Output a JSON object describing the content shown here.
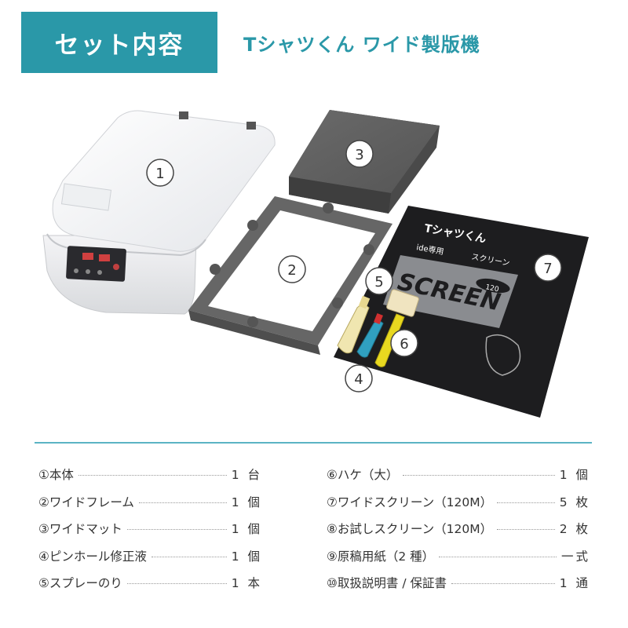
{
  "header": {
    "badge": "セット内容",
    "title": "Tシャツくん ワイド製版機"
  },
  "photo_labels": [
    "1",
    "2",
    "3",
    "4",
    "5",
    "6",
    "7"
  ],
  "screen_bag": {
    "brand": "Tシャツくん",
    "sub": "ide専用",
    "kind": "スクリーン",
    "word": "SCREEN",
    "mesh": "120"
  },
  "items_left": [
    {
      "name": "①本体",
      "qty": "1 台"
    },
    {
      "name": "②ワイドフレーム",
      "qty": "1 個"
    },
    {
      "name": "③ワイドマット",
      "qty": "1 個"
    },
    {
      "name": "④ピンホール修正液",
      "qty": "1 個"
    },
    {
      "name": "⑤スプレーのり",
      "qty": "1 本"
    }
  ],
  "items_right": [
    {
      "name": "⑥ハケ（大）",
      "qty": "1 個"
    },
    {
      "name": "⑦ワイドスクリーン（120M）",
      "qty": "5 枚"
    },
    {
      "name": "⑧お試しスクリーン（120M）",
      "qty": "2 枚"
    },
    {
      "name": "⑨原稿用紙（2 種）",
      "qty": "一式"
    },
    {
      "name": "⑩取扱説明書 / 保証書",
      "qty": "1 通"
    }
  ]
}
